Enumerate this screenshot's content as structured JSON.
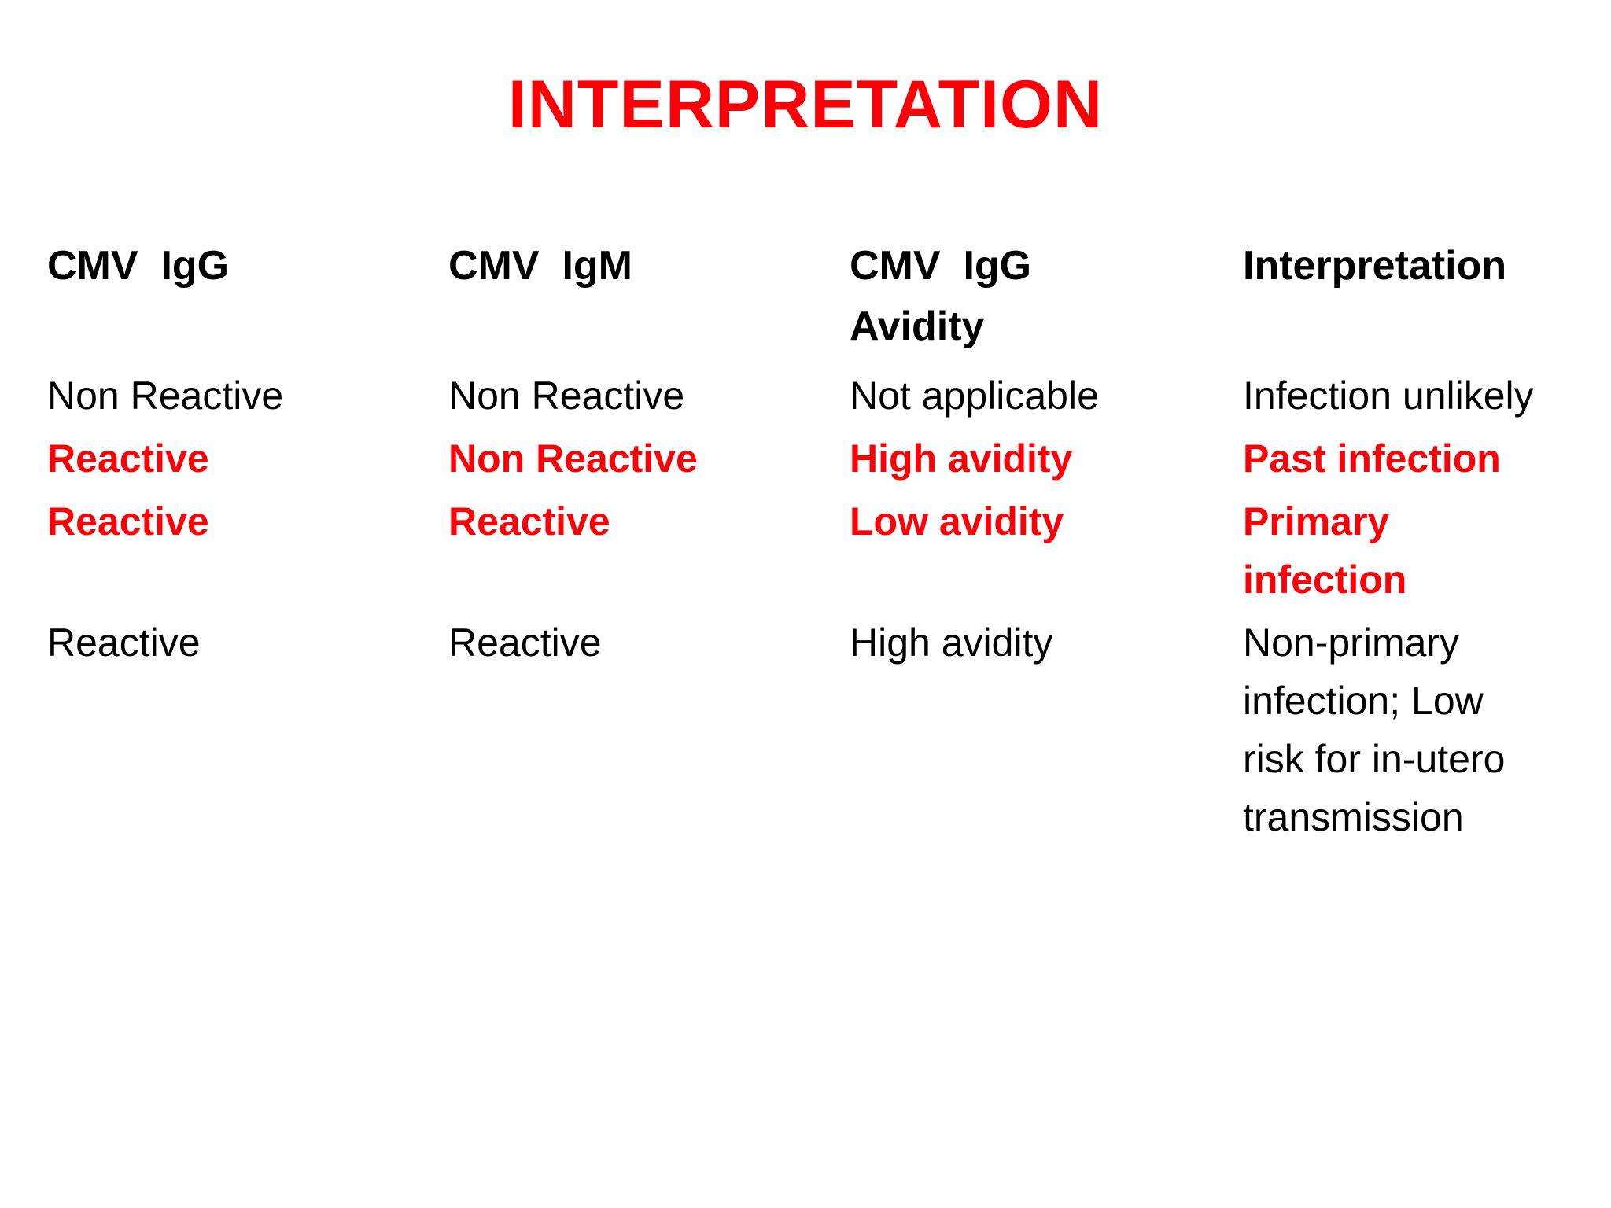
{
  "slide": {
    "title": "INTERPRETATION",
    "title_color": "#FB0007",
    "background_color": "#FFFFFF"
  },
  "table": {
    "columns": [
      {
        "id": "cmv-igg",
        "label": "CMV  IgG"
      },
      {
        "id": "cmv-igm",
        "label": "CMV  IgM"
      },
      {
        "id": "cmv-igg-avidity",
        "label": "CMV  IgG\nAvidity"
      },
      {
        "id": "interpretation",
        "label": "Interpretation"
      }
    ],
    "rows": [
      {
        "emphasis": "normal",
        "color": "#000000",
        "cells": [
          "Non Reactive",
          "Non Reactive",
          "Not applicable",
          "Infection unlikely"
        ]
      },
      {
        "emphasis": "highlight",
        "color": "#FB0007",
        "cells": [
          "Reactive",
          "Non Reactive",
          "High avidity",
          "Past infection"
        ]
      },
      {
        "emphasis": "highlight",
        "color": "#FB0007",
        "cells": [
          "Reactive",
          "Reactive",
          "Low avidity",
          "Primary infection"
        ]
      },
      {
        "emphasis": "normal",
        "color": "#000000",
        "cells": [
          "Reactive",
          "Reactive",
          "High avidity",
          "Non-primary infection; Low risk for in-utero transmission"
        ]
      }
    ]
  }
}
